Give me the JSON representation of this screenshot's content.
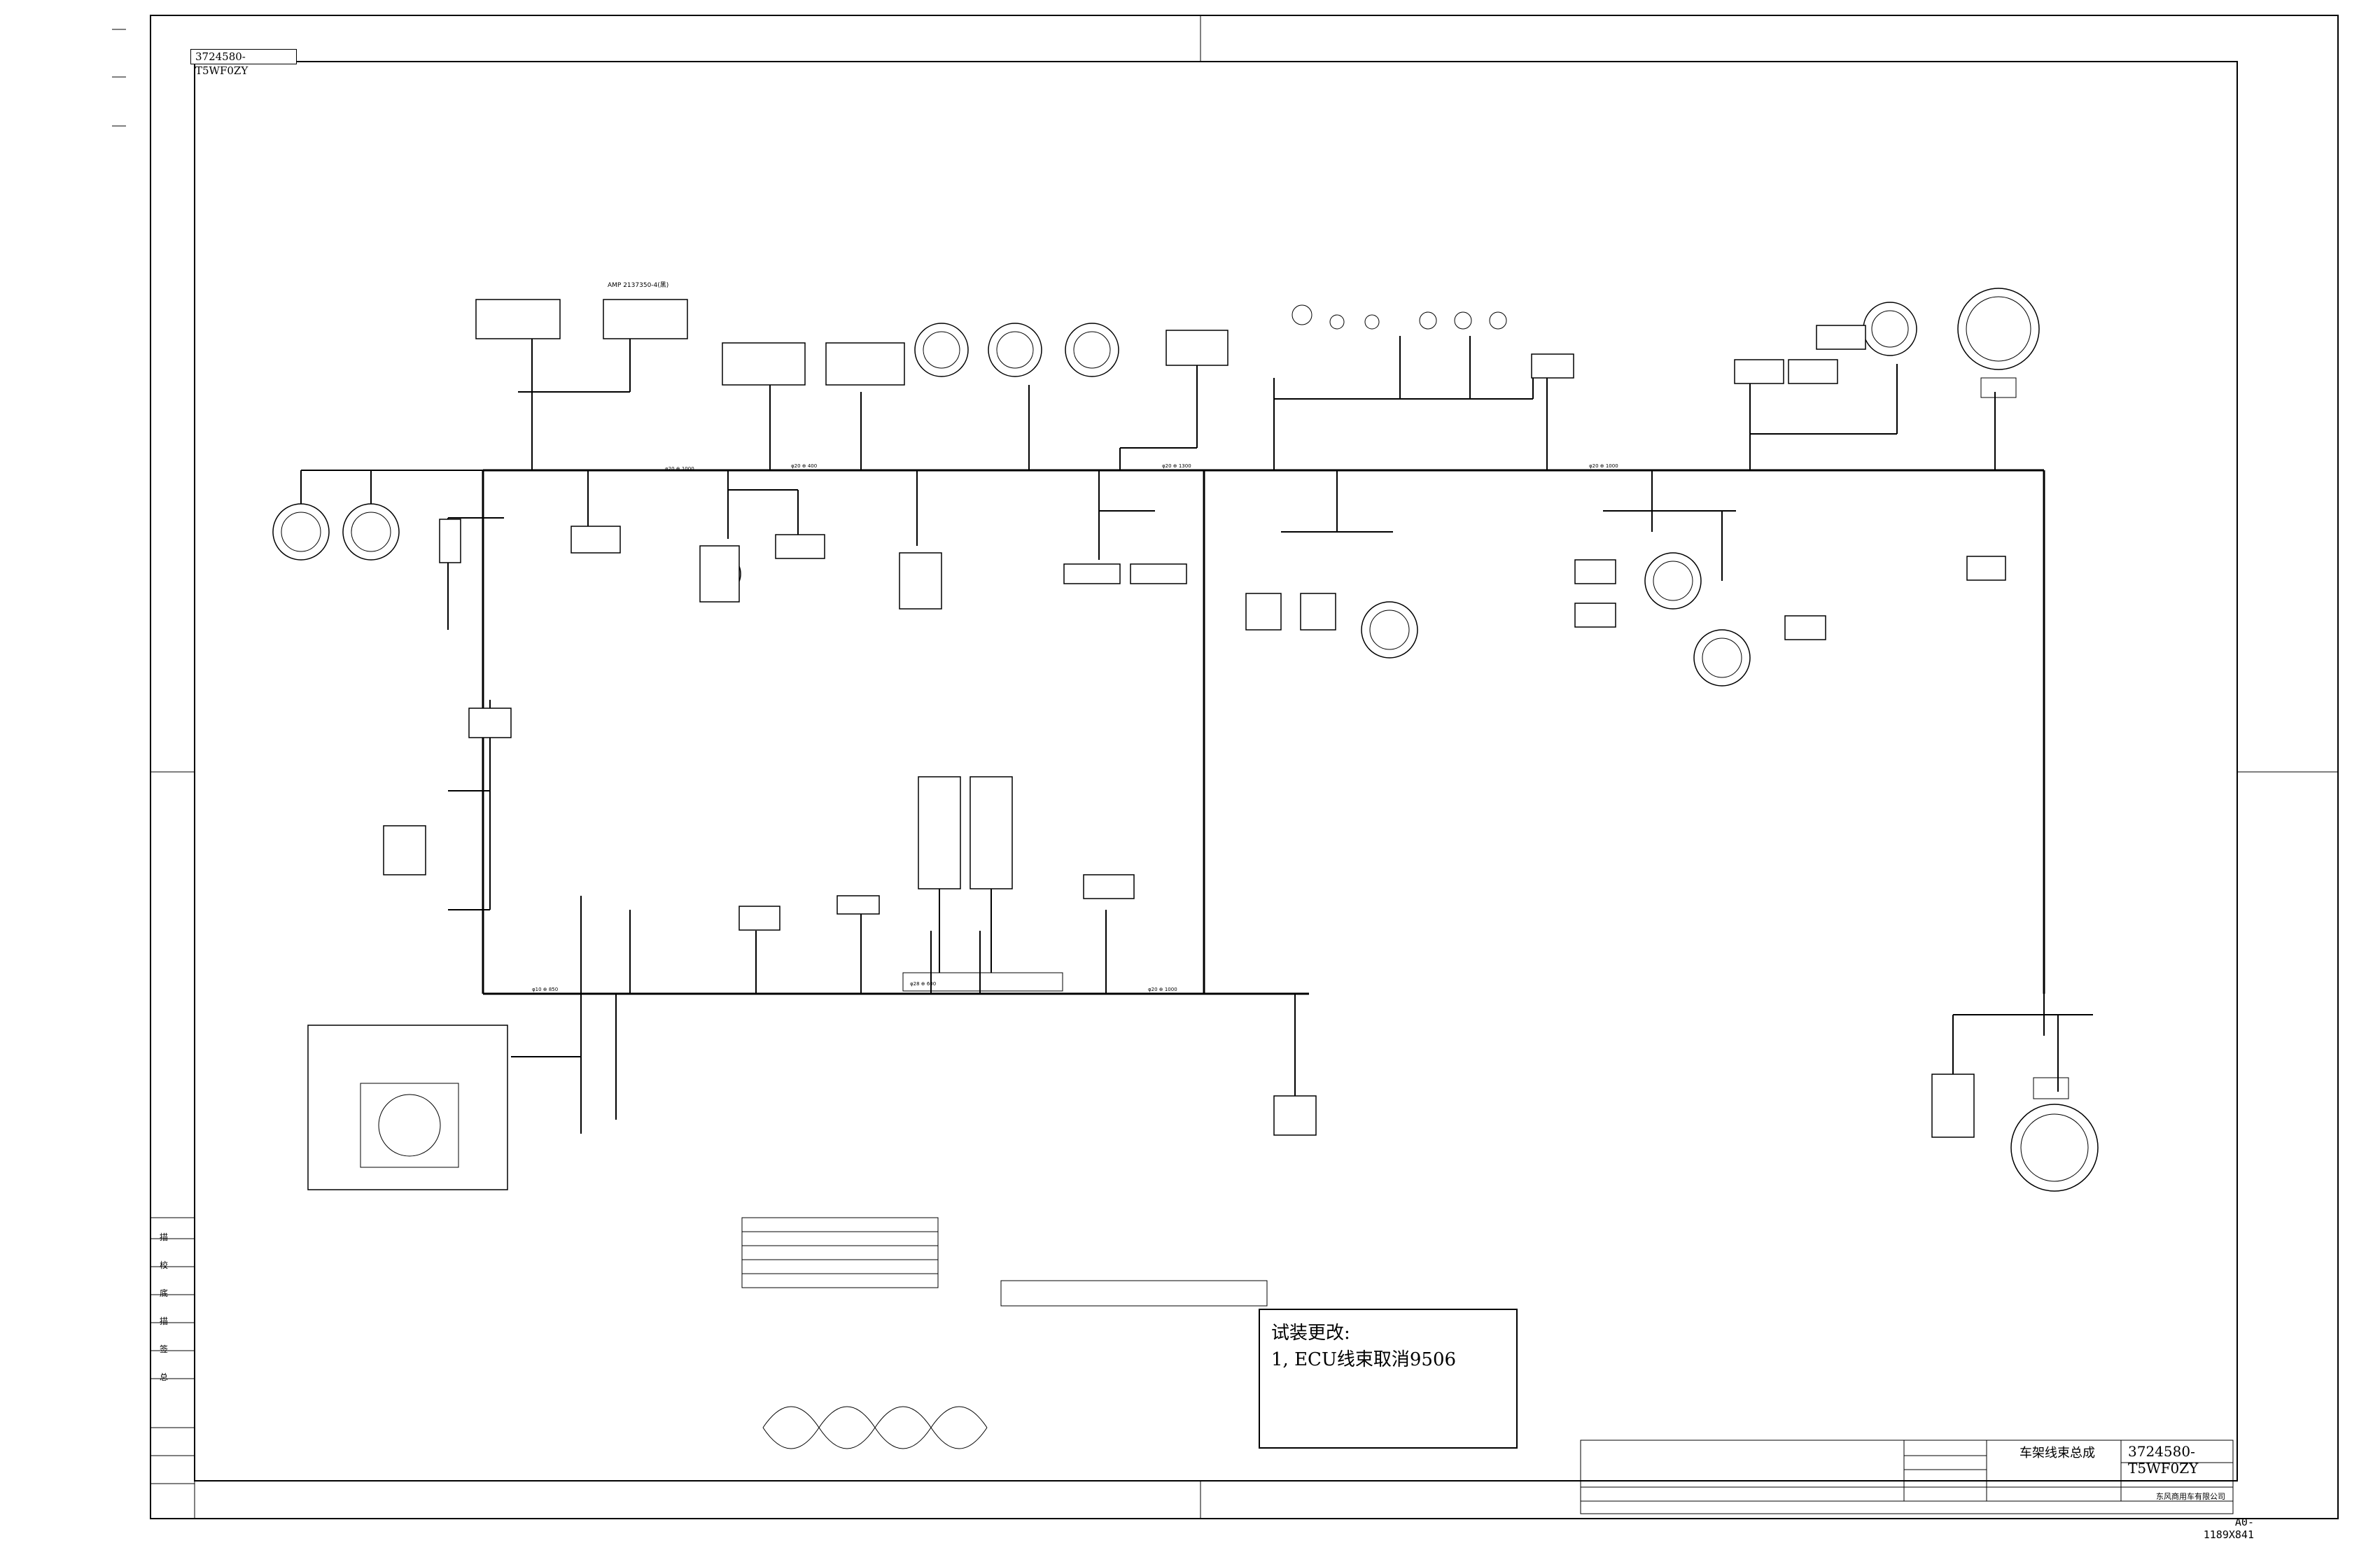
{
  "drawing": {
    "number_tag": "3724580-T5WF0ZY",
    "title_block": {
      "name": "车架线束总成",
      "number": "3724580-T5WF0ZY",
      "company": "东风商用车有限公司",
      "sheet_size": "A0-1189X841"
    },
    "note": {
      "heading": "试装更改:",
      "item1": "1, ECU线束取消9506"
    },
    "connector_label": "AMP 2137350-4(黑)",
    "side_labels": [
      "描",
      "校",
      "底",
      "描",
      "签",
      "总"
    ]
  },
  "colors": {
    "line": "#000000",
    "background": "#ffffff"
  }
}
